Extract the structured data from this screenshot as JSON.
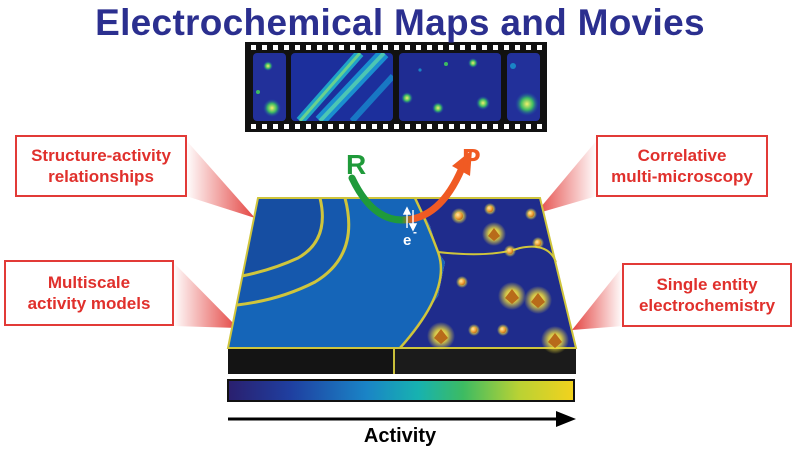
{
  "title": "Electrochemical Maps and Movies",
  "callouts": {
    "structure_activity": [
      "Structure-activity",
      "relationships"
    ],
    "correlative": [
      "Correlative",
      "multi-microscopy"
    ],
    "multiscale": [
      "Multiscale",
      "activity models"
    ],
    "single_entity": [
      "Single entity",
      "electrochemistry"
    ]
  },
  "reaction": {
    "reactant": "R",
    "product": "P",
    "electron": "e",
    "electron_sup": "-"
  },
  "axis": {
    "label": "Activity"
  },
  "colors": {
    "title": "#2b2f8f",
    "callout": "#e23a37",
    "reactant": "#1f9a3a",
    "product": "#f05a23",
    "colorbar": [
      "#2a1f6e",
      "#1f3fa0",
      "#1a84c6",
      "#17b2b0",
      "#3dbb62",
      "#b9d234",
      "#f3d21d"
    ]
  }
}
